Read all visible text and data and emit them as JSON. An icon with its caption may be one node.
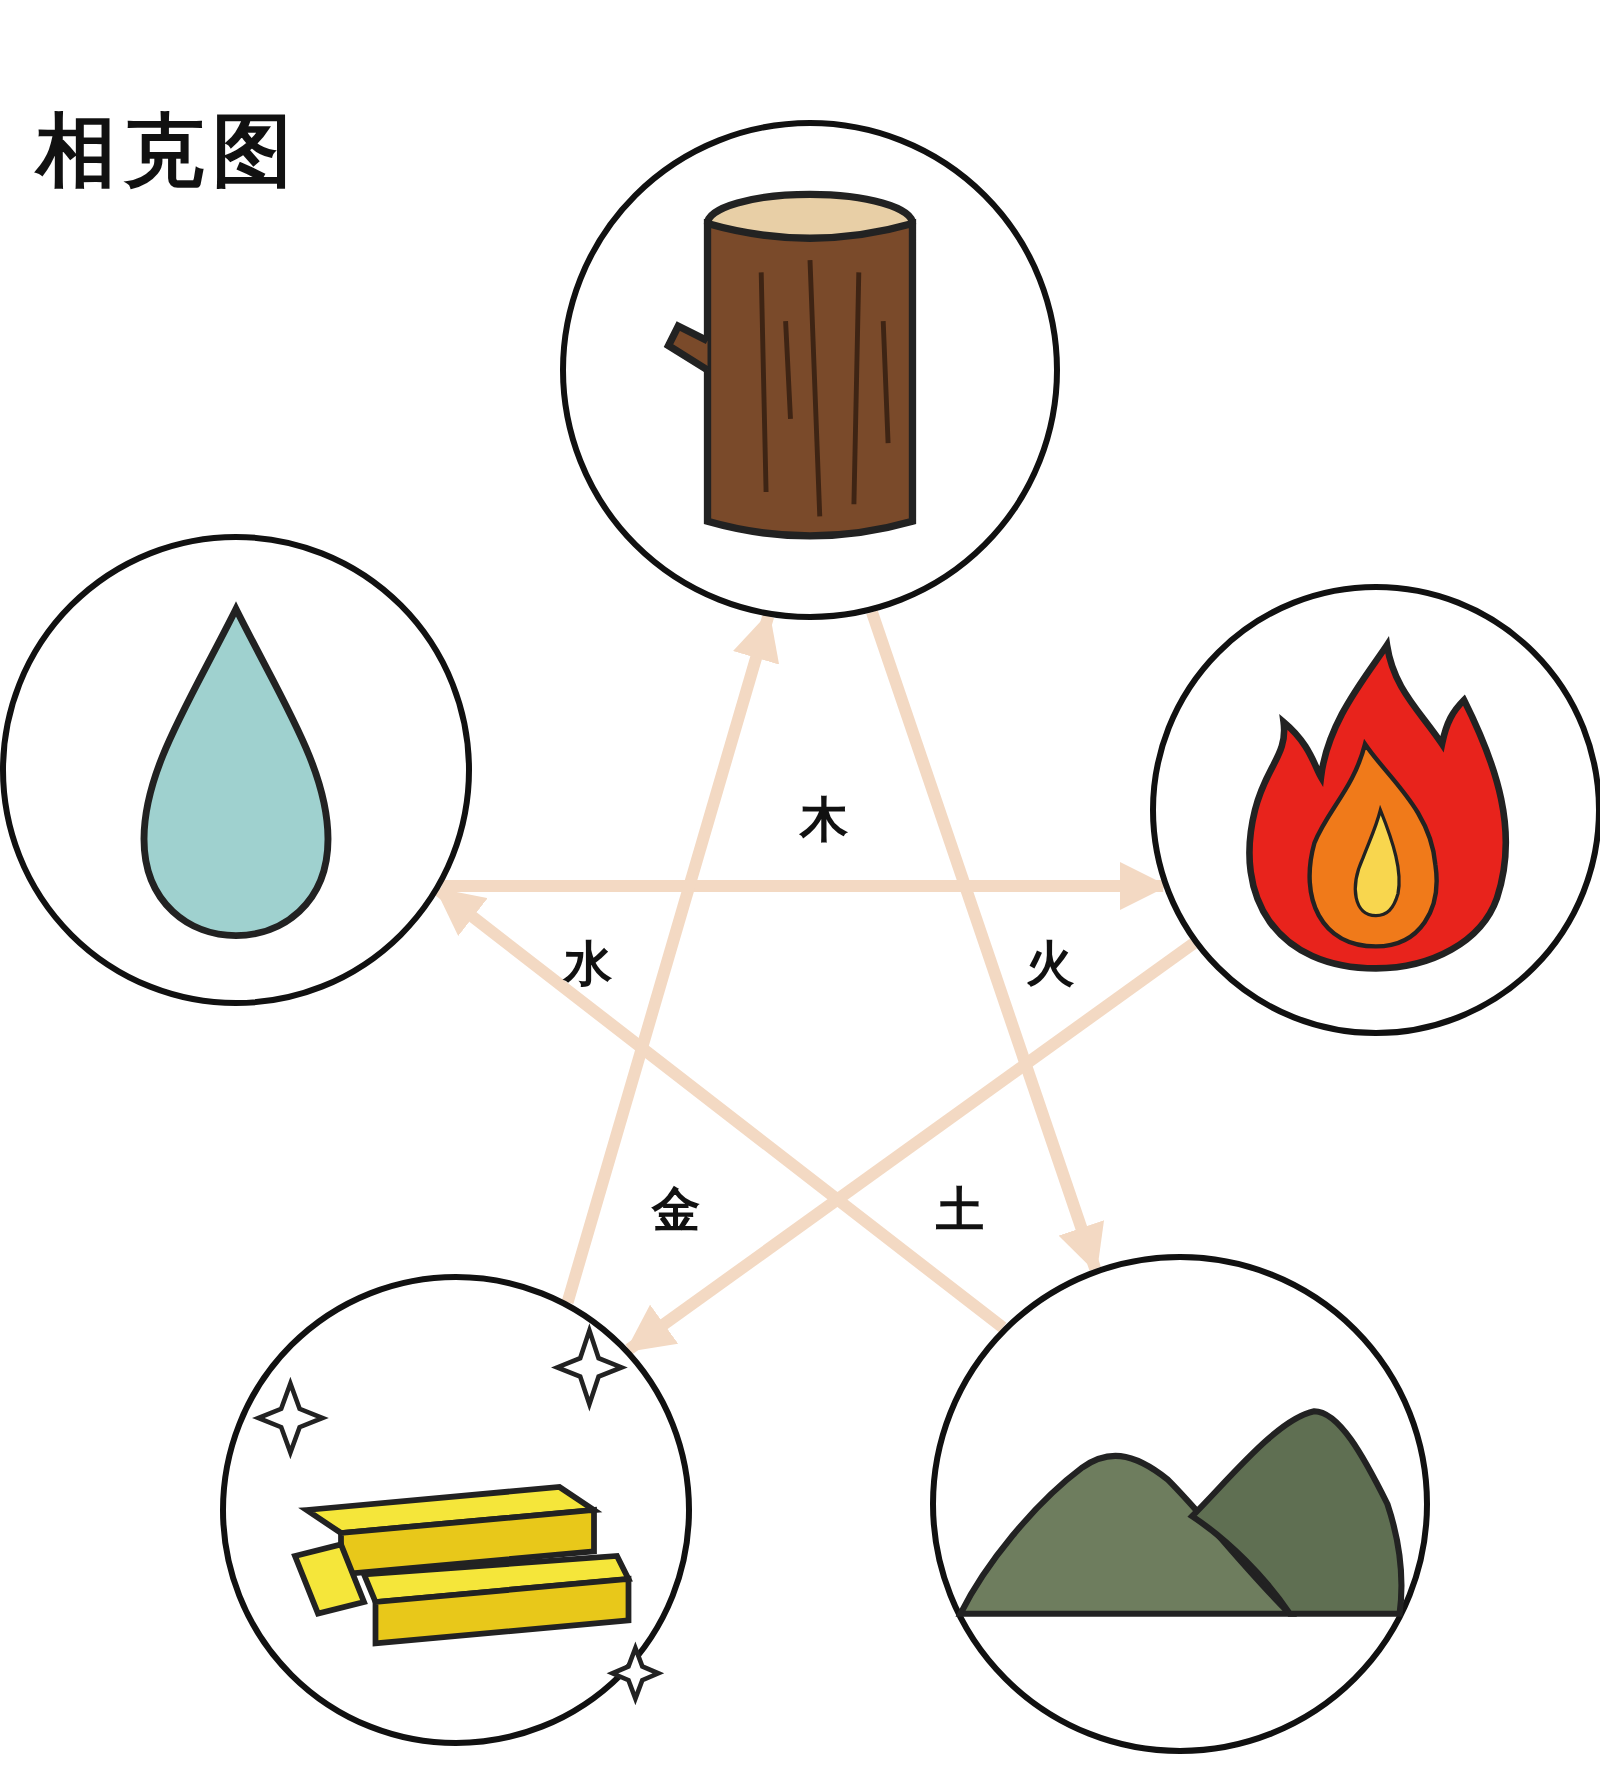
{
  "diagram": {
    "title": "相克图",
    "nodes": [
      {
        "text": [],
        "shape": "circle"
      },
      {
        "text": [],
        "shape": "circle"
      },
      {
        "text": [],
        "shape": "circle"
      },
      {
        "text": [],
        "shape": "circle"
      },
      {
        "text": [],
        "shape": "circle"
      }
    ],
    "edges": [
      {
        "from": 0,
        "to": 4,
        "arrow": "to"
      },
      {
        "from": 4,
        "to": 1,
        "arrow": "to"
      },
      {
        "from": 1,
        "to": 2,
        "arrow": "to"
      },
      {
        "from": 2,
        "to": 3,
        "arrow": "to"
      },
      {
        "from": 3,
        "to": 0,
        "arrow": "to"
      }
    ],
    "labels": [
      "木",
      "水",
      "火",
      "金",
      "土"
    ]
  }
}
